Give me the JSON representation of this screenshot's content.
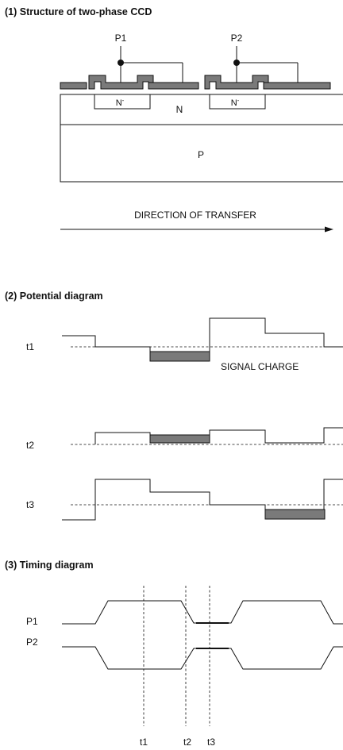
{
  "section1": {
    "title": "(1) Structure of two-phase CCD",
    "gate_label_p1": "P1",
    "gate_label_p2": "P2",
    "nminus_label": "N",
    "nminus_superscript": "-",
    "n_label": "N",
    "p_label": "P",
    "direction_label": "DIRECTION OF TRANSFER"
  },
  "section2": {
    "title": "(2) Potential diagram",
    "rows": [
      {
        "time": "t1"
      },
      {
        "time": "t2"
      },
      {
        "time": "t3"
      }
    ],
    "signal_label": "SIGNAL CHARGE"
  },
  "section3": {
    "title": "(3) Timing diagram",
    "signals": [
      "P1",
      "P2"
    ],
    "marks": [
      "t1",
      "t2",
      "t3"
    ]
  }
}
